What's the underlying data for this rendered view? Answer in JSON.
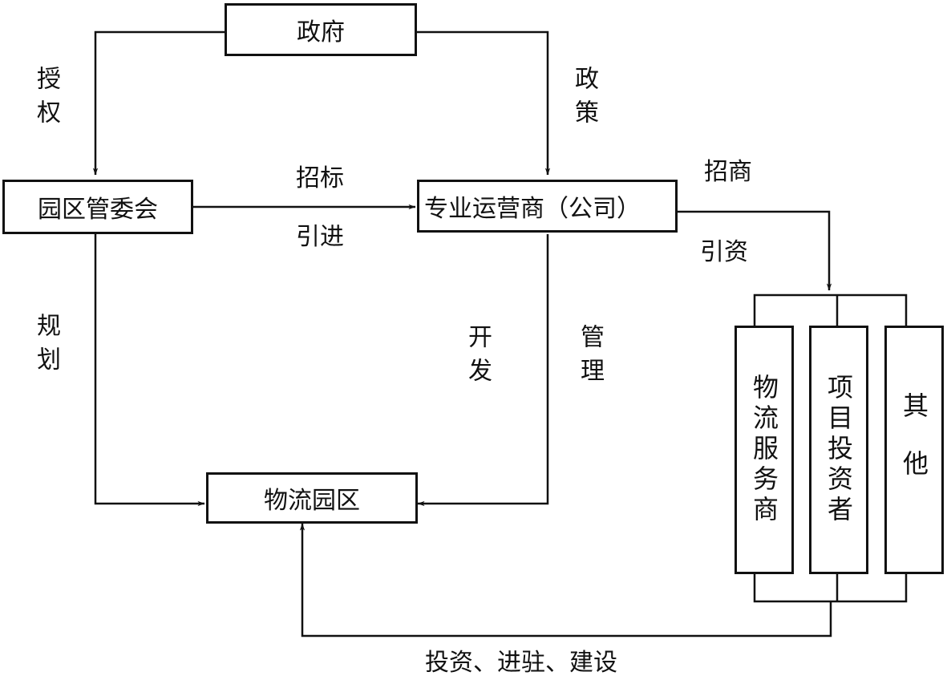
{
  "nodes": {
    "government": "政府",
    "park_committee": "园区管委会",
    "operator": "专业运营商（公司）",
    "logistics_park": "物流园区",
    "logistics_provider": "物流服务商",
    "project_investor": "项目投资者",
    "others": "其他"
  },
  "edges": {
    "authorize": "授权",
    "policy": "政策",
    "bidding": "招标",
    "introduce": "引进",
    "attract_business": "招商",
    "attract_investment": "引资",
    "planning": "规划",
    "development": "开发",
    "management": "管理",
    "invest_settle_build": "投资、进驻、建设"
  }
}
